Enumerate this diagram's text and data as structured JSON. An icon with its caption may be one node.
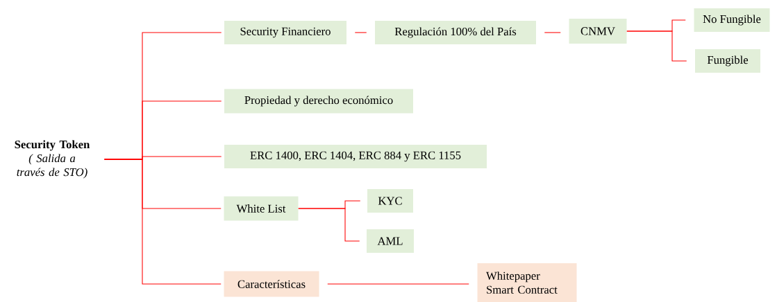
{
  "diagram": {
    "nodes": [
      {
        "text": [
          "Security Token",
          "( Salida a través de STO)"
        ]
      },
      {
        "text": [
          "Security Financiero"
        ]
      },
      {
        "text": [
          "Regulación 100% del País"
        ]
      },
      {
        "text": [
          "CNMV"
        ]
      },
      {
        "text": [
          "No Fungible"
        ]
      },
      {
        "text": [
          "Fungible"
        ]
      },
      {
        "text": [
          "Propiedad y derecho económico"
        ]
      },
      {
        "text": [
          "ERC 1400, ERC 1404, ERC 884 y ERC 1155"
        ]
      },
      {
        "text": [
          "White List"
        ]
      },
      {
        "text": [
          "KYC"
        ]
      },
      {
        "text": [
          "AML"
        ]
      },
      {
        "text": [
          "Características"
        ]
      },
      {
        "text": [
          "Whitepaper Smart Contract"
        ]
      }
    ],
    "edges": [
      {
        "from": 0,
        "to": 1,
        "arrow": "none"
      },
      {
        "from": 0,
        "to": 6,
        "arrow": "none"
      },
      {
        "from": 0,
        "to": 7,
        "arrow": "none"
      },
      {
        "from": 0,
        "to": 8,
        "arrow": "none"
      },
      {
        "from": 0,
        "to": 11,
        "arrow": "none"
      },
      {
        "from": 1,
        "to": 2,
        "arrow": "none"
      },
      {
        "from": 2,
        "to": 3,
        "arrow": "none"
      },
      {
        "from": 3,
        "to": 4,
        "arrow": "none"
      },
      {
        "from": 3,
        "to": 5,
        "arrow": "none"
      },
      {
        "from": 8,
        "to": 9,
        "arrow": "none"
      },
      {
        "from": 8,
        "to": 10,
        "arrow": "none"
      },
      {
        "from": 11,
        "to": 12,
        "arrow": "none"
      }
    ]
  }
}
